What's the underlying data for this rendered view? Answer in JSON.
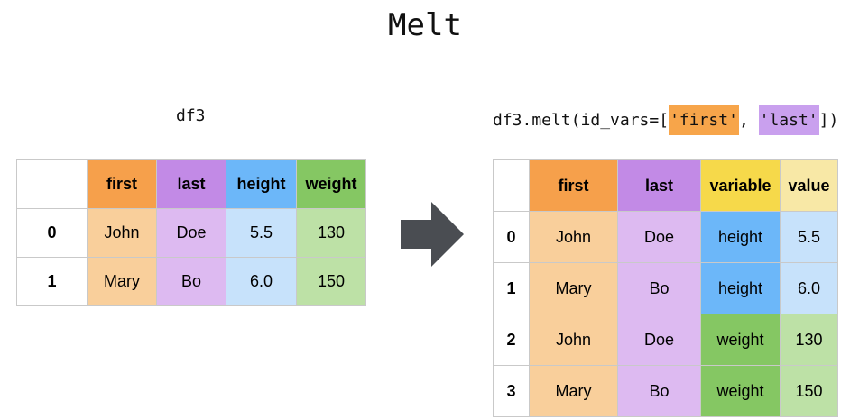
{
  "title": "Melt",
  "left_label": "df3",
  "code": {
    "prefix": "df3.melt(id_vars=[",
    "first_arg": "'first'",
    "sep": ", ",
    "last_arg": "'last'",
    "suffix": "])"
  },
  "colors": {
    "first": "#f6a04b",
    "first_light": "#f9cf9b",
    "last": "#c28ae6",
    "last_light": "#ddbaf1",
    "height": "#6cb7f9",
    "height_light": "#c7e2fb",
    "weight": "#85c763",
    "weight_light": "#bde1a6",
    "variable": "#f6d94a",
    "value_light": "#f8e8a6",
    "arrow": "#4a4d52",
    "border": "#c9c9c9"
  },
  "left_table": {
    "columns": [
      "first",
      "last",
      "height",
      "weight"
    ],
    "rows": [
      {
        "index": "0",
        "cells": [
          "John",
          "Doe",
          "5.5",
          "130"
        ]
      },
      {
        "index": "1",
        "cells": [
          "Mary",
          "Bo",
          "6.0",
          "150"
        ]
      }
    ]
  },
  "right_table": {
    "columns": [
      "first",
      "last",
      "variable",
      "value"
    ],
    "rows": [
      {
        "index": "0",
        "cells": [
          "John",
          "Doe",
          "height",
          "5.5"
        ]
      },
      {
        "index": "1",
        "cells": [
          "Mary",
          "Bo",
          "height",
          "6.0"
        ]
      },
      {
        "index": "2",
        "cells": [
          "John",
          "Doe",
          "weight",
          "130"
        ]
      },
      {
        "index": "3",
        "cells": [
          "Mary",
          "Bo",
          "weight",
          "150"
        ]
      }
    ]
  },
  "arrow_icon": "right-arrow-icon"
}
